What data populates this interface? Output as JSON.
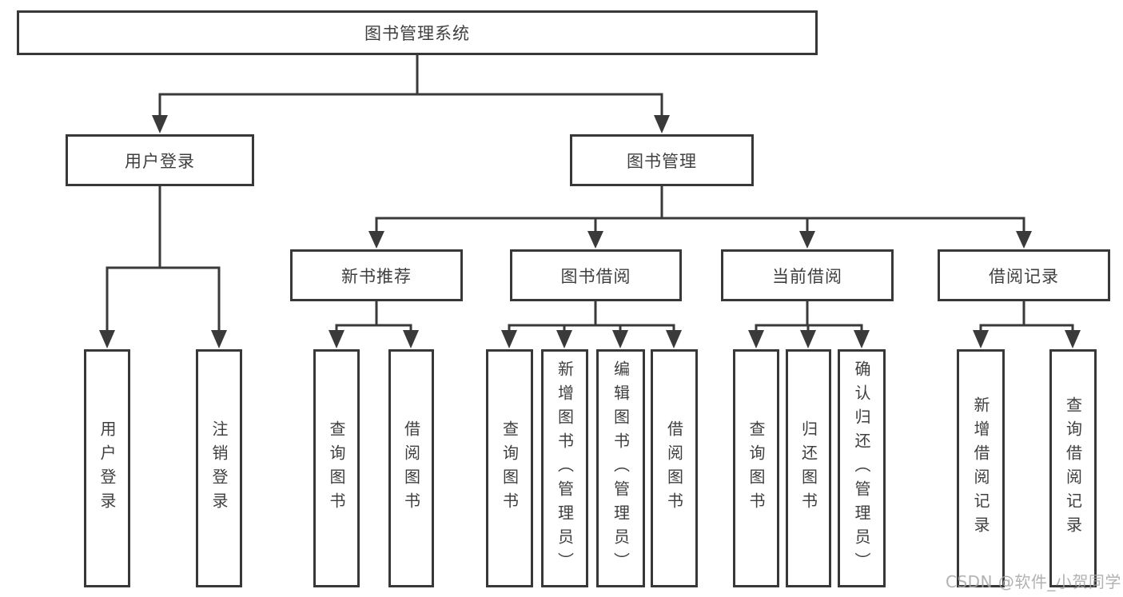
{
  "diagram": {
    "root": {
      "label": "图书管理系统"
    },
    "level2": [
      {
        "label": "用户登录"
      },
      {
        "label": "图书管理"
      }
    ],
    "level3": [
      {
        "label": "新书推荐"
      },
      {
        "label": "图书借阅"
      },
      {
        "label": "当前借阅"
      },
      {
        "label": "借阅记录"
      }
    ],
    "leaves": {
      "user_login_children": [
        {
          "label": "用户登录"
        },
        {
          "label": "注销登录"
        }
      ],
      "new_book_children": [
        {
          "label": "查询图书"
        },
        {
          "label": "借阅图书"
        }
      ],
      "book_borrow_children": [
        {
          "label": "查询图书"
        },
        {
          "label": "新增图书（管理员）"
        },
        {
          "label": "编辑图书（管理员）"
        },
        {
          "label": "借阅图书"
        }
      ],
      "current_borrow_children": [
        {
          "label": "查询图书"
        },
        {
          "label": "归还图书"
        },
        {
          "label": "确认归还（管理员）"
        }
      ],
      "borrow_record_children": [
        {
          "label": "新增借阅记录"
        },
        {
          "label": "查询借阅记录"
        }
      ]
    }
  },
  "watermark": {
    "text": "CSDN @软件_小贺同学"
  },
  "colors": {
    "line": "#3a3a3a",
    "box_border": "#383838",
    "text": "#3f3f3f",
    "watermark": "#a4a4a4",
    "background": "#ffffff"
  }
}
